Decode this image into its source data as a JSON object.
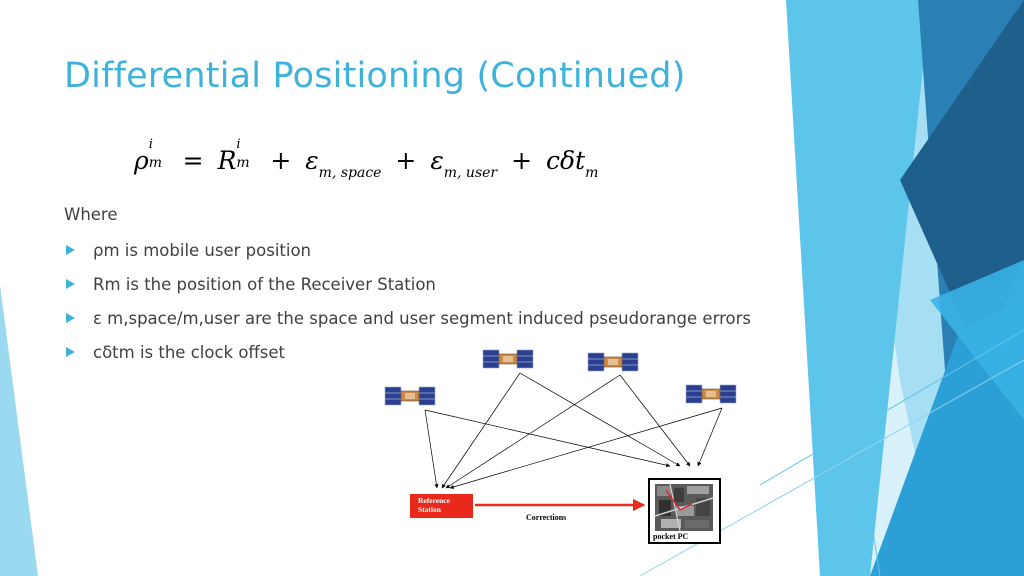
{
  "slide": {
    "title": "Differential Positioning (Continued)",
    "formula": {
      "lhs_symbol": "ρ",
      "lhs_sup": "i",
      "lhs_sub": "m",
      "eq": "=",
      "r_symbol": "R",
      "r_sup": "i",
      "r_sub": "m",
      "plus": "+",
      "eps_symbol": "ε",
      "eps1_sub": "m, space",
      "eps2_sub": "m, user",
      "clock_term": "cδt",
      "clock_sub": "m"
    },
    "where_label": "Where",
    "bullets": [
      "ρm is mobile user position",
      "Rm is the position of the Receiver Station",
      "ε m,space/m,user are the space and user segment induced pseudorange errors",
      "cδtm is the clock offset"
    ],
    "diagram": {
      "reference_station_line1": "Reference",
      "reference_station_line2": "Station",
      "corrections_label": "Corrections",
      "pocket_pc_label": "pocket PC"
    }
  },
  "colors": {
    "title": "#3fb2dc",
    "body_text": "#404040",
    "bullet": "#3fb2dc",
    "reference_box": "#e8291c",
    "arrow_red": "#e8291c",
    "deco_light": "#bfe6f6",
    "deco_mid": "#5cc3e8",
    "deco_dark": "#2a6f9e"
  },
  "icons": {
    "bullet": "triangle-bullet-icon",
    "satellite": "satellite-icon",
    "map": "map-thumbnail-icon"
  }
}
